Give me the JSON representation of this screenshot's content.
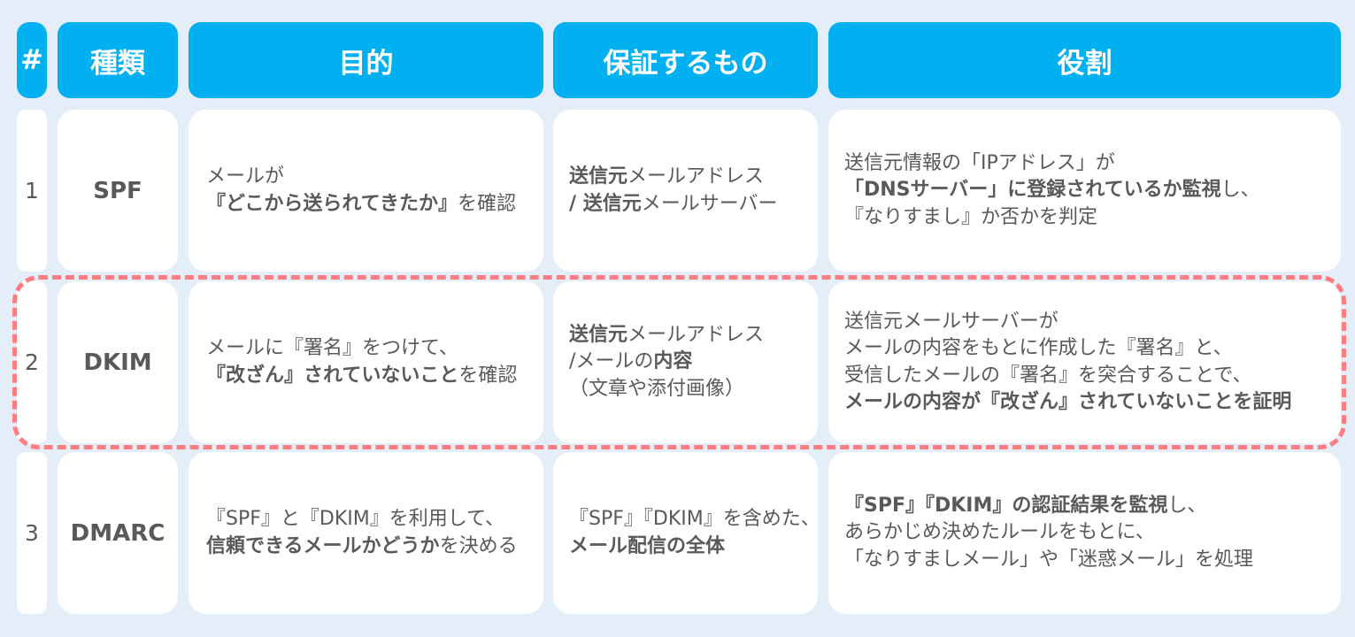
{
  "header": {
    "num": "#",
    "type": "種類",
    "purpose": "目的",
    "guarantee": "保証するもの",
    "role": "役割"
  },
  "rows": [
    {
      "num": "1",
      "type": "SPF",
      "purpose": [
        [
          {
            "t": "メールが",
            "b": false
          }
        ],
        [
          {
            "t": "『どこから送られてきたか』",
            "b": true
          },
          {
            "t": "を確認",
            "b": false
          }
        ]
      ],
      "guarantee": [
        [
          {
            "t": "送信元",
            "b": true
          },
          {
            "t": "メールアドレス",
            "b": false
          }
        ],
        [
          {
            "t": " / ",
            "b": true
          },
          {
            "t": "送信元",
            "b": true
          },
          {
            "t": "メールサーバー",
            "b": false
          }
        ]
      ],
      "role": [
        [
          {
            "t": "送信元情報の「IPアドレス」が",
            "b": false
          }
        ],
        [
          {
            "t": "「DNSサーバー」に登録されているか監視",
            "b": true
          },
          {
            "t": "し、",
            "b": false
          }
        ],
        [
          {
            "t": "『なりすまし』か否かを判定",
            "b": false
          }
        ]
      ]
    },
    {
      "num": "2",
      "type": "DKIM",
      "purpose": [
        [
          {
            "t": "メールに『署名』をつけて、",
            "b": false
          }
        ],
        [
          {
            "t": "『改ざん』されていないこと",
            "b": true
          },
          {
            "t": "を確認",
            "b": false
          }
        ]
      ],
      "guarantee": [
        [
          {
            "t": "送信元",
            "b": true
          },
          {
            "t": "メールアドレス",
            "b": false
          }
        ],
        [
          {
            "t": " /メールの",
            "b": false
          },
          {
            "t": "内容",
            "b": true
          }
        ],
        [
          {
            "t": "（文章や添付画像）",
            "b": false
          }
        ]
      ],
      "role": [
        [
          {
            "t": "送信元メールサーバーが",
            "b": false
          }
        ],
        [
          {
            "t": "メールの内容をもとに作成した『署名』と、",
            "b": false
          }
        ],
        [
          {
            "t": "受信したメールの『署名』を突合することで、",
            "b": false
          }
        ],
        [
          {
            "t": "メールの内容が『改ざん』されていないことを証明",
            "b": true
          }
        ]
      ]
    },
    {
      "num": "3",
      "type": "DMARC",
      "purpose": [
        [
          {
            "t": "『SPF』と『DKIM』を利用して、",
            "b": false
          }
        ],
        [
          {
            "t": "信頼できるメールかどうか",
            "b": true
          },
          {
            "t": "を決める",
            "b": false
          }
        ]
      ],
      "guarantee": [
        [
          {
            "t": "『SPF』『DKIM』を含めた、",
            "b": false
          }
        ],
        [
          {
            "t": "メール配信の全体",
            "b": true
          }
        ]
      ],
      "role": [
        [
          {
            "t": "『SPF』『DKIM』の認証結果を監視",
            "b": true
          },
          {
            "t": "し、",
            "b": false
          }
        ],
        [
          {
            "t": "あらかじめ決めたルールをもとに、",
            "b": false
          }
        ],
        [
          {
            "t": "「なりすましメール」や「迷惑メール」を処理",
            "b": false
          }
        ]
      ]
    }
  ],
  "colors": {
    "background": "#e4eef8",
    "header": "#00b0f0",
    "cell": "#ffffff",
    "text": "#595959",
    "highlight_dash": "#ff7c80"
  }
}
